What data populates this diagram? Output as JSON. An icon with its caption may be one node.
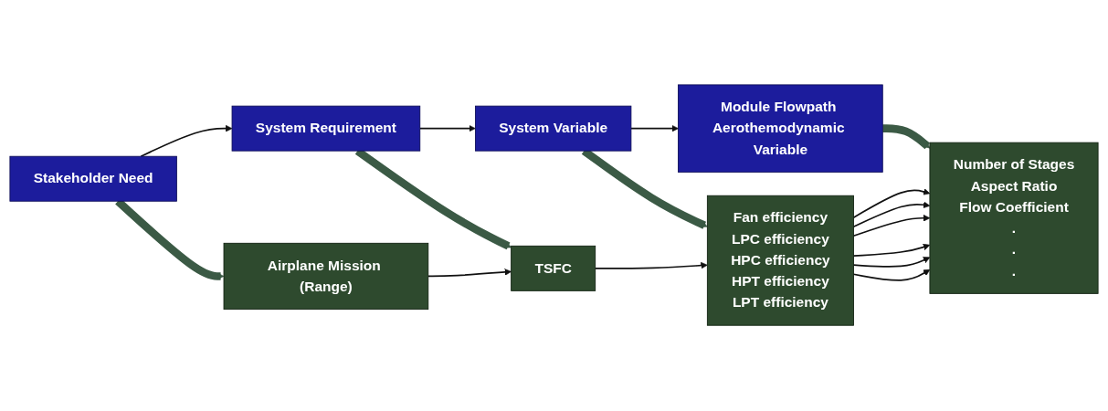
{
  "diagram": {
    "nodes": [
      {
        "text": [
          "Stakeholder Need"
        ]
      },
      {
        "text": [
          "System Requirement"
        ]
      },
      {
        "text": [
          "System  Variable"
        ]
      },
      {
        "text": [
          "Module Flowpath Aerothemodynamic Variable"
        ]
      },
      {
        "text": [
          "Airplane Mission (Range)"
        ]
      },
      {
        "text": [
          "TSFC"
        ]
      },
      {
        "text": [
          "Fan efficiency",
          "LPC efficiency",
          "HPC efficiency",
          "HPT efficiency",
          "LPT efficiency"
        ]
      },
      {
        "text": [
          "Number of Stages",
          "Aspect Ratio",
          "Flow Coefficient",
          ".",
          ".",
          "."
        ]
      }
    ],
    "edges": [
      {
        "from": 0,
        "to": 1,
        "arrow": "to"
      },
      {
        "from": 1,
        "to": 2,
        "arrow": "to"
      },
      {
        "from": 2,
        "to": 3,
        "arrow": "to"
      },
      {
        "from": 0,
        "to": 4,
        "arrow": "to",
        "style": "thick",
        "color": "#3b5a45"
      },
      {
        "from": 1,
        "to": 5,
        "arrow": "to",
        "style": "thick",
        "color": "#3b5a45"
      },
      {
        "from": 2,
        "to": 6,
        "arrow": "to",
        "style": "thick",
        "color": "#3b5a45"
      },
      {
        "from": 3,
        "to": 7,
        "arrow": "to",
        "style": "thick",
        "color": "#3b5a45"
      },
      {
        "from": 4,
        "to": 5,
        "arrow": "to"
      },
      {
        "from": 5,
        "to": 6,
        "arrow": "to"
      },
      {
        "from": 6,
        "to": 7,
        "arrow": "to"
      },
      {
        "from": 6,
        "to": 7,
        "arrow": "to"
      },
      {
        "from": 6,
        "to": 7,
        "arrow": "to"
      },
      {
        "from": 6,
        "to": 7,
        "arrow": "to"
      },
      {
        "from": 6,
        "to": 7,
        "arrow": "to"
      },
      {
        "from": 6,
        "to": 7,
        "arrow": "to"
      }
    ]
  }
}
